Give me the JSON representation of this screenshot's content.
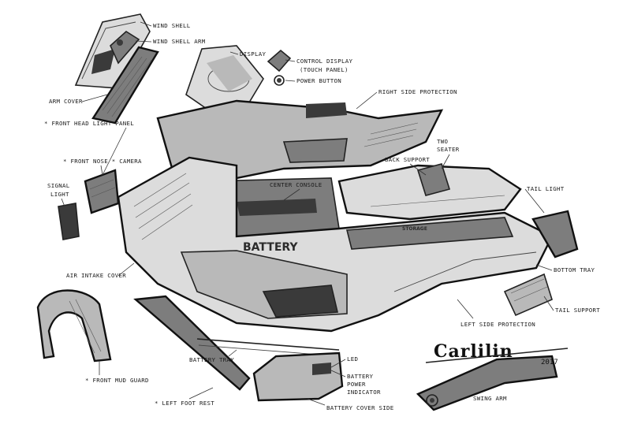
{
  "labels": {
    "wind_shell": "WIND SHELL",
    "wind_shell_arm": "WIND SHELL ARM",
    "display": "DISPLAY",
    "control_display": "CONTROL DISPLAY",
    "touch_panel": "(TOUCH PANEL)",
    "power_button": "POWER BUTTON",
    "right_side_protection": "RIGHT SIDE PROTECTION",
    "arm_cover": "ARM COVER",
    "front_headlight_panel": "* FRONT HEAD LIGHT PANEL",
    "two_seater_1": "TWO",
    "two_seater_2": "SEATER",
    "back_support": "BACK SUPPORT",
    "front_nose_camera": "* FRONT NOSE * CAMERA",
    "signal_light_1": "SIGNAL",
    "signal_light_2": "LIGHT",
    "center_console": "CENTER CONSOLE",
    "tail_light": "TAIL LIGHT",
    "air_intake_cover": "AIR INTAKE COVER",
    "bottom_tray": "BOTTOM TRAY",
    "tail_support": "TAIL SUPPORT",
    "left_side_protection": "LEFT SIDE PROTECTION",
    "front_mud_guard": "* FRONT MUD GUARD",
    "battery_tray": "BATTERY TRAY",
    "led": "LED",
    "battery_power_indicator_1": "BATTERY",
    "battery_power_indicator_2": "POWER",
    "battery_power_indicator_3": "INDICATOR",
    "swing_arm": "SWING ARM",
    "left_foot_rest": "* LEFT FOOT REST",
    "battery_cover_side": "BATTERY COVER SIDE"
  },
  "embossed": {
    "battery": "BATTERY",
    "storage": "STORAGE"
  },
  "signature": {
    "name": "Carlilin",
    "year": "2017"
  }
}
